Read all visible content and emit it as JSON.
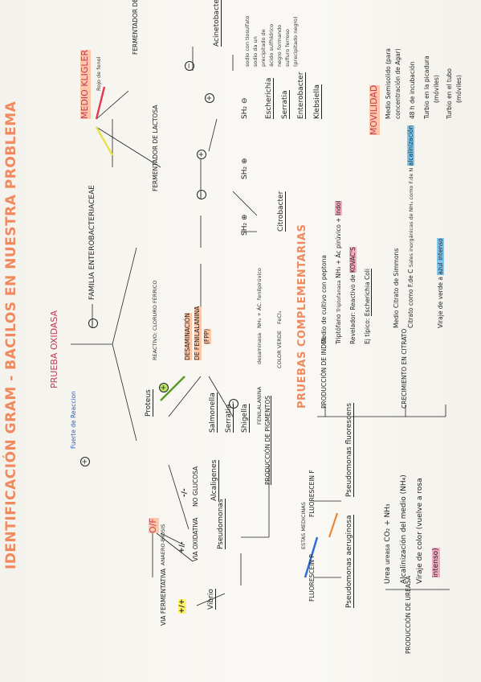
{
  "title": "IDENTIFICACIÓN GRAM - BACILOS EN NUESTRA PROBLEMA",
  "prueba_oxidasa": {
    "label": "PRUEBA OXIDASA",
    "note": "Fuerte de Reaccion"
  },
  "of": {
    "label": "O/F",
    "via_fermentativa": "VIA FERMENTATIVA",
    "via_oxidativa": "VIA OXIDATIVA",
    "plus_plus": "+/+",
    "plus_minus": "+/-",
    "minus_minus": "-/-",
    "no_glucosa": "NO GLUCOSA",
    "alcaligenes": "Alcaligenes",
    "vibrio": "Vibrio",
    "pseudomonas": "Pseudomonas",
    "small_note": "ANAERO-BIOSIS"
  },
  "pigmentos": {
    "label": "PRODUCCIÓN DE PIGMENTOS",
    "flour_p": "FLUORESCEIN P",
    "flour_f": "FLUORESCEIN F",
    "pseudomonas_aeruginosa": "Pseudomonas aeruginosa",
    "pseudomonas_fluorescens": "Pseudomonas fluorescens",
    "note": "ESTAS MEDICINAS"
  },
  "ureasa": {
    "label": "PRODUCCIÓN DE UREASA",
    "l1": "Urea",
    "l1b": "ureasa",
    "l1c": "CO₂ + NH₃",
    "l2": "Alcalinización del medio (NH₄)",
    "l3": "Viraje de color (vuelve a rosa",
    "l4": "intenso)"
  },
  "familia": {
    "label": "FAMILIA ENTEROBACTERIACEAE",
    "minus": "⊖",
    "medio_kligler": "MEDIO KLIGLER",
    "rojo_fenol": "Rojo de fenol",
    "fermentador_lactosa": "FERMENTADOR DE LACTOSA",
    "fermentador_glucosa": "FERMENTADOR DE GLUCOSA",
    "sh2_plus_a": "SH₂ ⊕",
    "sh2_minus": "SH₂ ⊖",
    "sh2_plus_b": "SH₂ ⊕",
    "citrobacter": "Citrobacter",
    "escherichia": "Escherichia",
    "serratia": "Serratia",
    "enterobacter": "Enterobacter",
    "klebsiella": "Klebsiella",
    "acinetobacter": "Acinetobacter",
    "note1": "sodio con tiosulfato",
    "note2": "sodio da un",
    "note3": "precipitado de",
    "note4": "ácido sulfhídrico",
    "note5": "negro formando",
    "note6": "sulfuro ferroso",
    "note7": "(precipitado negro)"
  },
  "desaminacion": {
    "label1": "DESAMINACIÓN",
    "label2": "DE FENILALANINA",
    "label3": "(FPP)",
    "reactivo": "REACTIVO: CLORURO FÉRRICO",
    "proteus": "Proteus",
    "salmonella": "Salmonella",
    "serratia": "Serratia",
    "shigella": "Shigella",
    "fenilalanina": "FENILALANINA",
    "desaminasa": "desaminasa",
    "nh3": "NH₃ + ÁC. fenilpirúvico",
    "color_verde": "COLOR VERDE",
    "fecl3": "FeCl₃"
  },
  "pruebas": {
    "label": "PRUEBAS COMPLEMENTARIAS",
    "movilidad": "MOVILIDAD",
    "mov1": "Medio Semisolido (para",
    "mov2": "concentración de Agar)",
    "mov3": "48 h de incubación",
    "mov4": "Turbio en la picadura",
    "mov5": "(móviles)",
    "mov6": "Turbio en el tubo",
    "mov7": "(móviles)",
    "indol": "PRODUCCIÓN DE INDOL",
    "i1": "Medio de cultivo con peptona",
    "i2": "Triptófano",
    "i2b": "Triptofanasa",
    "i2c": "NH₃ + Ác pirúvico +",
    "i2d": "Indol",
    "i3": "Revelador: Reactivo de",
    "i3b": "KOVAC'S",
    "i4": "Ej típico:",
    "i4b": "Escherichia Coli",
    "citrato": "CRECIMIENTO EN CITRATO",
    "c1": "Medio Citrato de Simmons",
    "c2": "Citrato como F.de C",
    "c2b": "Sales inorgánicas de NH₄",
    "c2c": "como F.de N",
    "c2d": "alcalinización",
    "c3": "Viraje de verde a",
    "c3b": "azul intenso"
  }
}
